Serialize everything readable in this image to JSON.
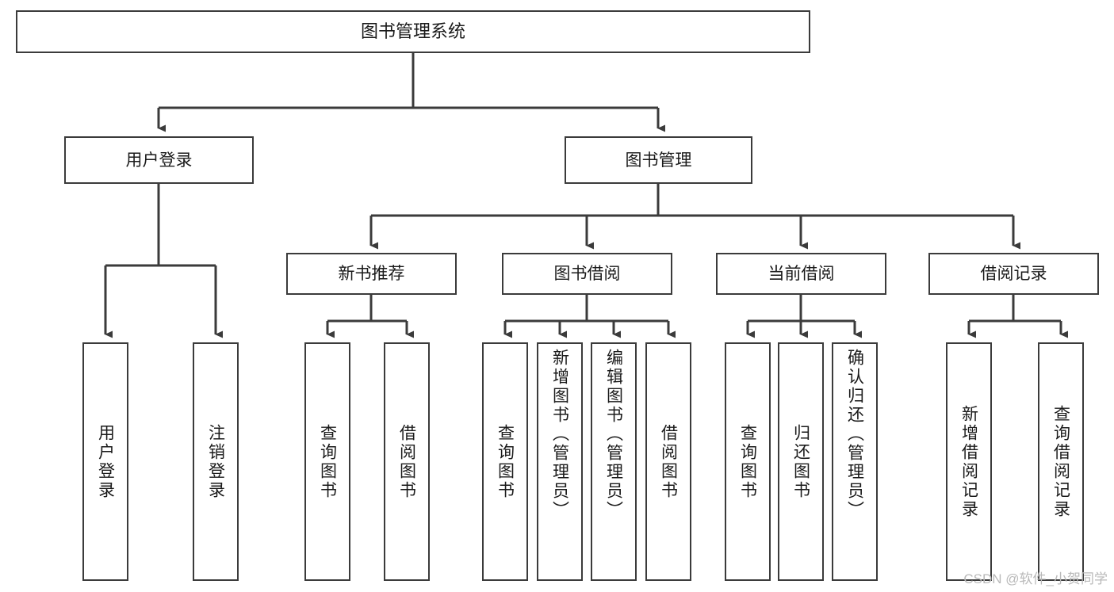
{
  "diagram": {
    "type": "hierarchy-tree",
    "title": "图书管理系统",
    "root": {
      "id": "root",
      "label": "图书管理系统",
      "orientation": "horizontal"
    },
    "level2": [
      {
        "id": "user-login",
        "label": "用户登录",
        "orientation": "horizontal"
      },
      {
        "id": "book-management",
        "label": "图书管理",
        "orientation": "horizontal"
      }
    ],
    "level3": [
      {
        "id": "new-book-recommend",
        "label": "新书推荐",
        "orientation": "horizontal",
        "parent": "book-management"
      },
      {
        "id": "book-borrow",
        "label": "图书借阅",
        "orientation": "horizontal",
        "parent": "book-management"
      },
      {
        "id": "current-borrow",
        "label": "当前借阅",
        "orientation": "horizontal",
        "parent": "book-management"
      },
      {
        "id": "borrow-record",
        "label": "借阅记录",
        "orientation": "horizontal",
        "parent": "book-management"
      }
    ],
    "leaves": [
      {
        "id": "leaf-user-login",
        "label": "用户登录",
        "parent": "user-login",
        "orientation": "vertical"
      },
      {
        "id": "leaf-logout-login",
        "label": "注销登录",
        "parent": "user-login",
        "orientation": "vertical"
      },
      {
        "id": "leaf-query-book-1",
        "label": "查询图书",
        "parent": "new-book-recommend",
        "orientation": "vertical"
      },
      {
        "id": "leaf-borrow-book-1",
        "label": "借阅图书",
        "parent": "new-book-recommend",
        "orientation": "vertical"
      },
      {
        "id": "leaf-query-book-2",
        "label": "查询图书",
        "parent": "book-borrow",
        "orientation": "vertical"
      },
      {
        "id": "leaf-add-book-admin",
        "label": "新增图书（管理员）",
        "parent": "book-borrow",
        "orientation": "vertical"
      },
      {
        "id": "leaf-edit-book-admin",
        "label": "编辑图书（管理员）",
        "parent": "book-borrow",
        "orientation": "vertical"
      },
      {
        "id": "leaf-borrow-book-2",
        "label": "借阅图书",
        "parent": "book-borrow",
        "orientation": "vertical"
      },
      {
        "id": "leaf-query-book-3",
        "label": "查询图书",
        "parent": "current-borrow",
        "orientation": "vertical"
      },
      {
        "id": "leaf-return-book",
        "label": "归还图书",
        "parent": "current-borrow",
        "orientation": "vertical"
      },
      {
        "id": "leaf-confirm-return-admin",
        "label": "确认归还（管理员）",
        "parent": "current-borrow",
        "orientation": "vertical"
      },
      {
        "id": "leaf-add-borrow-record",
        "label": "新增借阅记录",
        "parent": "borrow-record",
        "orientation": "vertical"
      },
      {
        "id": "leaf-query-borrow-record",
        "label": "查询借阅记录",
        "parent": "borrow-record",
        "orientation": "vertical"
      }
    ],
    "colors": {
      "border": "#3b3b3b",
      "connector": "#3b3b3b",
      "background": "#ffffff",
      "text": "#1a1a1a",
      "watermark": "#b9b9b9"
    }
  },
  "watermark": {
    "text": "CSDN @软件_小贺同学"
  }
}
